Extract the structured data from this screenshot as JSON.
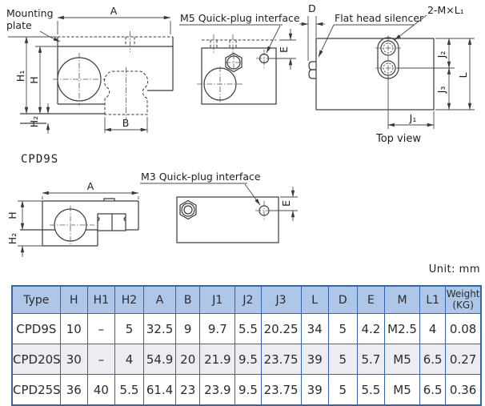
{
  "unit_label": "Unit: mm",
  "section_title": "CPD9S",
  "drawings": {
    "side": {
      "mp1": "Mounting",
      "mp2": "plate",
      "a": "A",
      "h1": "H₁",
      "h": "H",
      "h2": "H₂",
      "b": "B"
    },
    "front": {
      "label": "M5 Quick-plug interface",
      "d": "D",
      "e": "E"
    },
    "top": {
      "silencer": "Flat head silencer",
      "thread": "2-M×L₁",
      "j1": "J₁",
      "j2": "J₂",
      "j3": "J₃",
      "l": "L",
      "caption": "Top view"
    },
    "small_side": {
      "a": "A",
      "h": "H",
      "h2": "H₂"
    },
    "small_front": {
      "label": "M3 Quick-plug interface",
      "e": "E"
    }
  },
  "table": {
    "headers": [
      "Type",
      "H",
      "H1",
      "H2",
      "A",
      "B",
      "J1",
      "J2",
      "J3",
      "L",
      "D",
      "E",
      "M",
      "L1",
      "Weight (KG)"
    ],
    "rows": [
      [
        "CPD9S",
        "10",
        "–",
        "5",
        "32.5",
        "9",
        "9.7",
        "5.5",
        "20.25",
        "34",
        "5",
        "4.2",
        "M2.5",
        "4",
        "0.08"
      ],
      [
        "CPD20S",
        "30",
        "–",
        "4",
        "54.9",
        "20",
        "21.9",
        "9.5",
        "23.75",
        "39",
        "5",
        "5.7",
        "M5",
        "6.5",
        "0.27"
      ],
      [
        "CPD25S",
        "36",
        "40",
        "5.5",
        "61.4",
        "23",
        "23.9",
        "9.5",
        "23.75",
        "39",
        "5",
        "5.5",
        "M5",
        "6.5",
        "0.36"
      ]
    ]
  },
  "colors": {
    "table_border": "#3465ae",
    "header_bg": "#aec7e8",
    "alt_row_bg": "#ececf2"
  }
}
